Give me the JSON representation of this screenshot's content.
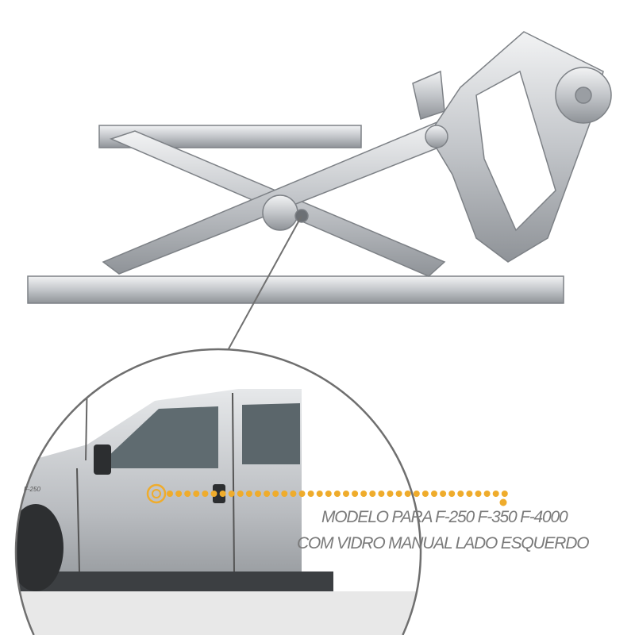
{
  "caption": {
    "line1": "MODELO PARA F-250 F-350 F-4000",
    "line2": "COM VIDRO MANUAL LADO ESQUERDO"
  },
  "truck_badge": "F-250",
  "colors": {
    "accent": "#efac2c",
    "text": "#7a7a7a",
    "metal": "#c9ccd0"
  }
}
